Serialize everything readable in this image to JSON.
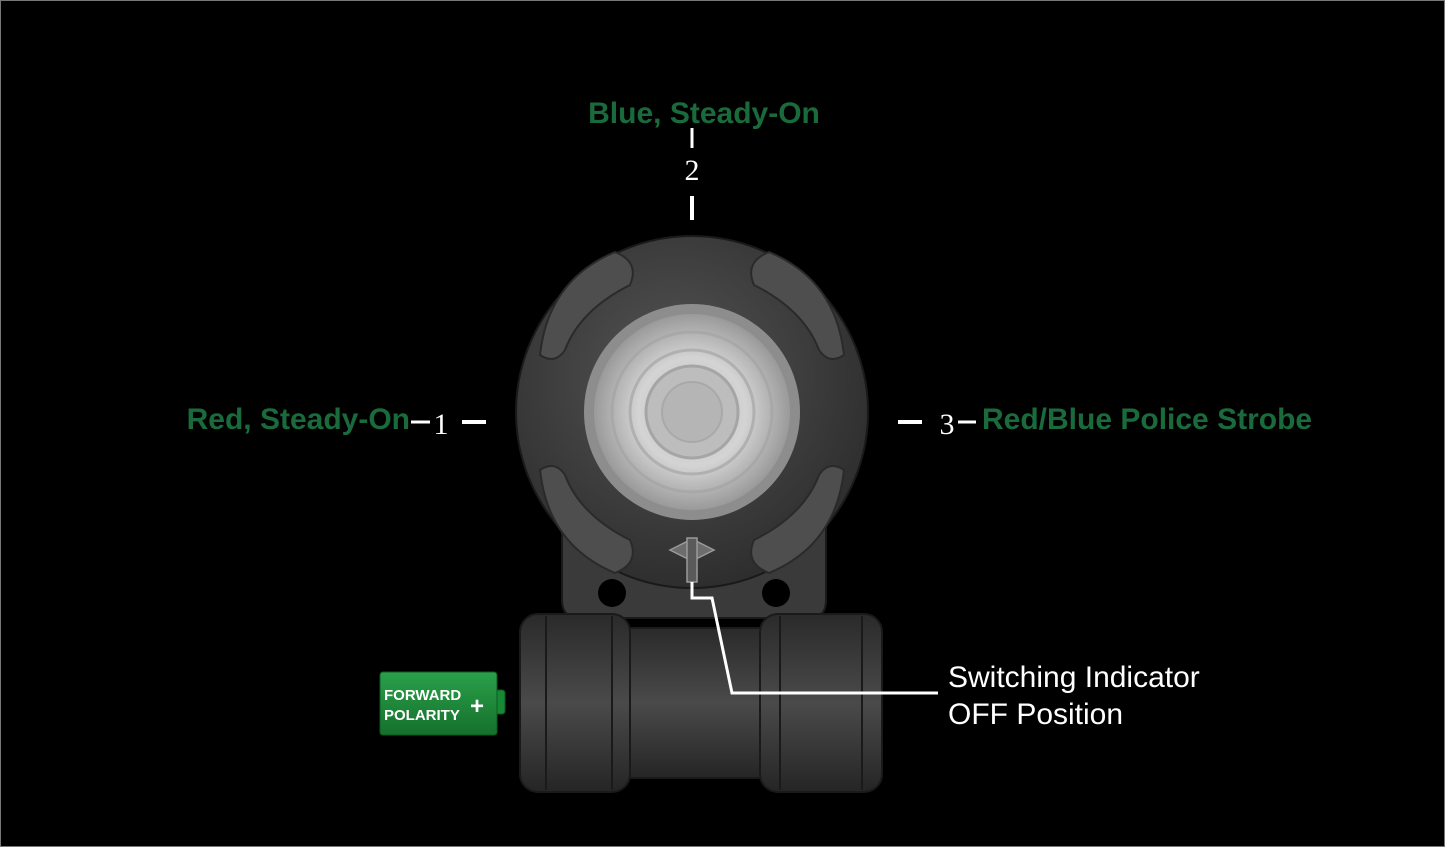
{
  "colors": {
    "background": "#000000",
    "label_green": "#1a6b3c",
    "badge_green": "#1f8a3a",
    "body_gray": "#3a3a3a",
    "line_white": "#ffffff"
  },
  "positions": {
    "pos1": {
      "number": "1",
      "label": "Red, Steady-On"
    },
    "pos2": {
      "number": "2",
      "label": "Blue, Steady-On"
    },
    "pos3": {
      "number": "3",
      "label": "Red/Blue Police Strobe"
    }
  },
  "callout": {
    "line1": "Switching Indicator",
    "line2": "OFF Position"
  },
  "battery_badge": {
    "line1": "FORWARD",
    "line2": "POLARITY",
    "sign": "+"
  },
  "icons": {
    "device": "dial-light-device",
    "battery": "battery-icon",
    "indicator": "switch-indicator-icon"
  }
}
